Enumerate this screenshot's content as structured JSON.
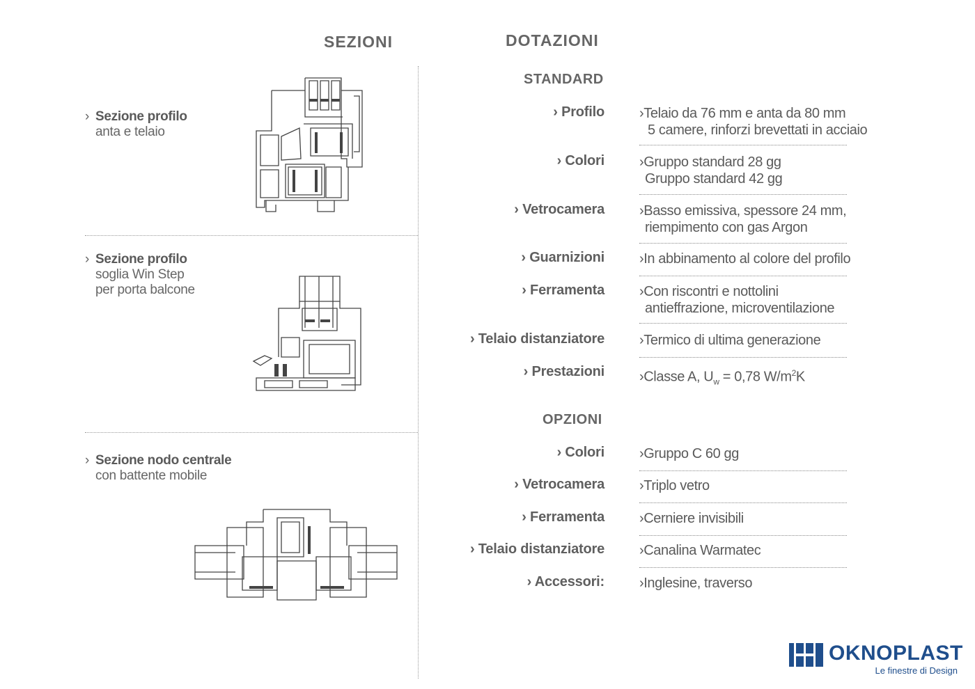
{
  "headers": {
    "sections": "SEZIONI",
    "equipment": "DOTAZIONI"
  },
  "sections": [
    {
      "title": "Sezione profilo",
      "lines": [
        "anta e telaio"
      ]
    },
    {
      "title": "Sezione profilo",
      "lines": [
        "soglia Win Step",
        "per porta balcone"
      ]
    },
    {
      "title": "Sezione nodo centrale",
      "lines": [
        "con battente mobile"
      ]
    }
  ],
  "standard": {
    "title": "STANDARD",
    "rows": [
      {
        "label": "› Profilo",
        "line1": "›Telaio da 76 mm e anta da 80 mm",
        "line2": "5 camere, rinforzi brevettati in acciaio"
      },
      {
        "label": "› Colori",
        "line1": "›Gruppo standard 28 gg",
        "line2": "Gruppo standard 42 gg"
      },
      {
        "label": "› Vetrocamera",
        "line1": "›Basso emissiva, spessore 24 mm,",
        "line2": "riempimento con gas Argon"
      },
      {
        "label": "› Guarnizioni",
        "line1": "›In abbinamento al colore del profilo"
      },
      {
        "label": "› Ferramenta",
        "line1": "›Con riscontri e nottolini",
        "line2": "antieffrazione, microventilazione"
      },
      {
        "label": "› Telaio distanziatore",
        "line1": "›Termico di ultima generazione"
      },
      {
        "label": "› Prestazioni",
        "line1": "›Classe A, U",
        "sub": "w",
        "line1_tail": " = 0,78 W/m",
        "sup": "2",
        "line1_end": "K"
      }
    ]
  },
  "options": {
    "title": "OPZIONI",
    "rows": [
      {
        "label": "› Colori",
        "line1": "›Gruppo C 60 gg"
      },
      {
        "label": "› Vetrocamera",
        "line1": "›Triplo vetro"
      },
      {
        "label": "› Ferramenta",
        "line1": "›Cerniere invisibili"
      },
      {
        "label": "› Telaio distanziatore",
        "line1": "›Canalina Warmatec"
      },
      {
        "label": "› Accessori:",
        "line1": "›Inglesine, traverso"
      }
    ]
  },
  "brand": {
    "name": "OKNOPLAST",
    "tagline": "Le finestre di Design",
    "color": "#1f4e8c"
  },
  "chevron": "›"
}
